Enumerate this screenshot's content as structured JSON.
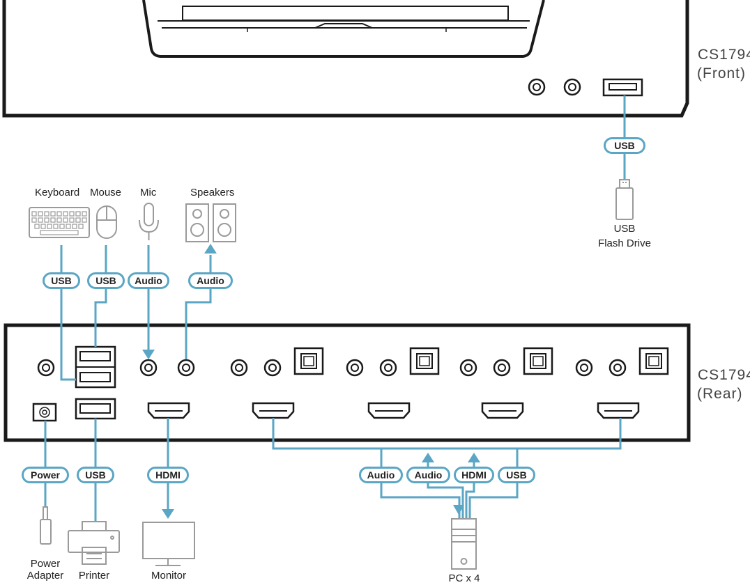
{
  "devices": {
    "front_label_1": "CS1794",
    "front_label_2": "(Front)",
    "rear_label_1": "CS1794",
    "rear_label_2": "(Rear)"
  },
  "peripherals": {
    "keyboard": "Keyboard",
    "mouse": "Mouse",
    "mic": "Mic",
    "speakers": "Speakers",
    "flash_drive_1": "USB",
    "flash_drive_2": "Flash Drive",
    "power_adapter_1": "Power",
    "power_adapter_2": "Adapter",
    "printer": "Printer",
    "monitor": "Monitor",
    "pc": "PC x 4"
  },
  "cables": {
    "front_usb": "USB",
    "keyboard_usb": "USB",
    "mouse_usb": "USB",
    "mic_audio": "Audio",
    "speakers_audio": "Audio",
    "power": "Power",
    "printer_usb": "USB",
    "monitor_hdmi": "HDMI",
    "pc_audio_in": "Audio",
    "pc_audio_out": "Audio",
    "pc_hdmi": "HDMI",
    "pc_usb": "USB"
  },
  "colors": {
    "cable": "#5aa6c4",
    "outline": "#1a1a1a",
    "icon": "#9a9a9a"
  }
}
